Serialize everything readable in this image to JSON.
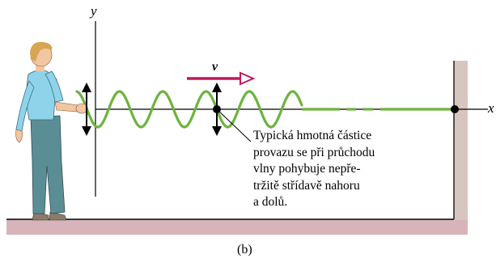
{
  "figure": {
    "axis_x_label": "x",
    "axis_y_label": "y",
    "velocity_label": "v",
    "caption_lines": [
      "Typická hmotná částice",
      "provazu se při průchodu",
      "vlny pohybuje nepře-",
      "tržitě střídavě nahoru",
      "a dolů."
    ],
    "subfigure_label": "(b)"
  },
  "colors": {
    "wave": "#6db33f",
    "velocity_arrow": "#c2185b",
    "floor": "#d6b4ba",
    "wall": "#d7c6bf",
    "shirt": "#8fd3ea",
    "trousers": "#5b8d94",
    "skin": "#f1c7a1",
    "hair": "#d8a552"
  },
  "icons": [
    "person-icon",
    "wall-icon",
    "velocity-arrow-icon",
    "double-arrow-icon"
  ]
}
